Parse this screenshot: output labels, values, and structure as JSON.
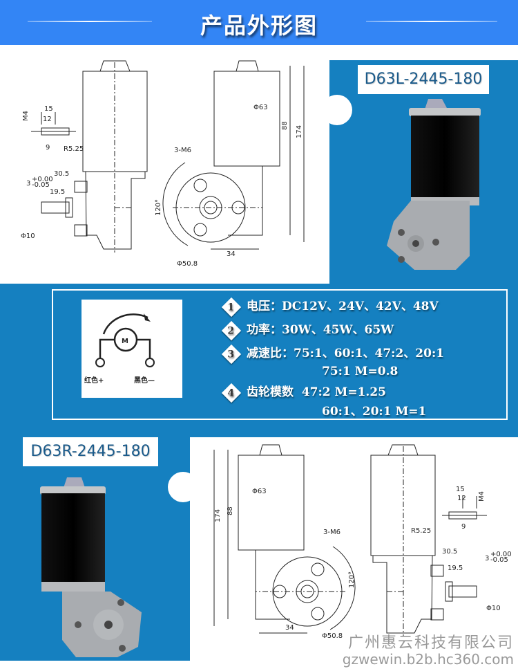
{
  "header": {
    "title": "产品外形图"
  },
  "models": {
    "top": "D63L-2445-180",
    "bottom": "D63R-2445-180"
  },
  "legend": {
    "motor_symbol": "M",
    "positive": "红色+",
    "negative": "黑色—"
  },
  "specs": [
    {
      "num": "1",
      "label": "电压：",
      "value": "DC12V、24V、42V、48V"
    },
    {
      "num": "2",
      "label": "功率：",
      "value": "30W、45W、65W"
    },
    {
      "num": "3",
      "label": "减速比：",
      "value": "75:1、60:1、47:2、20:1",
      "extra": "75:1  M=0.8"
    },
    {
      "num": "4",
      "label": "齿轮模数",
      "value": "47:2  M=1.25",
      "extra": "60:1、20:1 M=1"
    }
  ],
  "dims": {
    "d15": "15",
    "d12": "12",
    "m4": "M4",
    "r": "R5.25",
    "d9": "9",
    "d305": "30.5",
    "d3": "3",
    "tol_up": "+0.00",
    "tol_dn": "-0.05",
    "d195": "19.5",
    "phi10": "Φ10",
    "phi63": "Φ63",
    "d88": "88",
    "d174": "174",
    "m6": "3-M6",
    "a120": "120°",
    "d34": "34",
    "phi508": "Φ50.8"
  },
  "watermark": {
    "company": "广州惠云科技有限公司",
    "url": "gzwewin.b2b.hc360.com"
  },
  "colors": {
    "header": "#3385f5",
    "panel": "#1580c0"
  }
}
